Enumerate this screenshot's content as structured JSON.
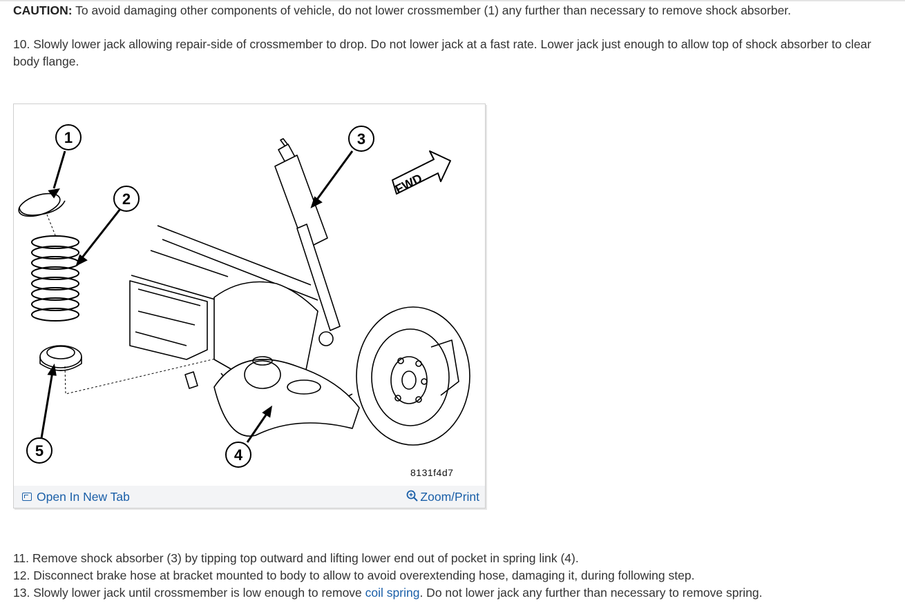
{
  "caution": {
    "label": "CAUTION:",
    "text": " To avoid damaging other components of vehicle, do not lower crossmember (1) any further than necessary to remove shock absorber."
  },
  "step10": "10. Slowly lower jack allowing repair-side of crossmember to drop. Do not lower jack at a fast rate. Lower jack just enough to allow top of shock absorber to clear body flange.",
  "figure": {
    "callouts": [
      "1",
      "2",
      "3",
      "4",
      "5"
    ],
    "fwd_label": "FWD",
    "image_id": "8131f4d7",
    "open_tab_label": "Open In New Tab",
    "zoom_label": "Zoom/Print"
  },
  "steps": {
    "step11": "11. Remove shock absorber (3) by tipping top outward and lifting lower end out of pocket in spring link (4).",
    "step12": "12. Disconnect brake hose at bracket mounted to body to allow to avoid overextending hose, damaging it, during following step.",
    "step13_before": "13. Slowly lower jack until crossmember is low enough to remove ",
    "step13_link": "coil spring",
    "step13_after": ". Do not lower jack any further than necessary to remove spring."
  }
}
